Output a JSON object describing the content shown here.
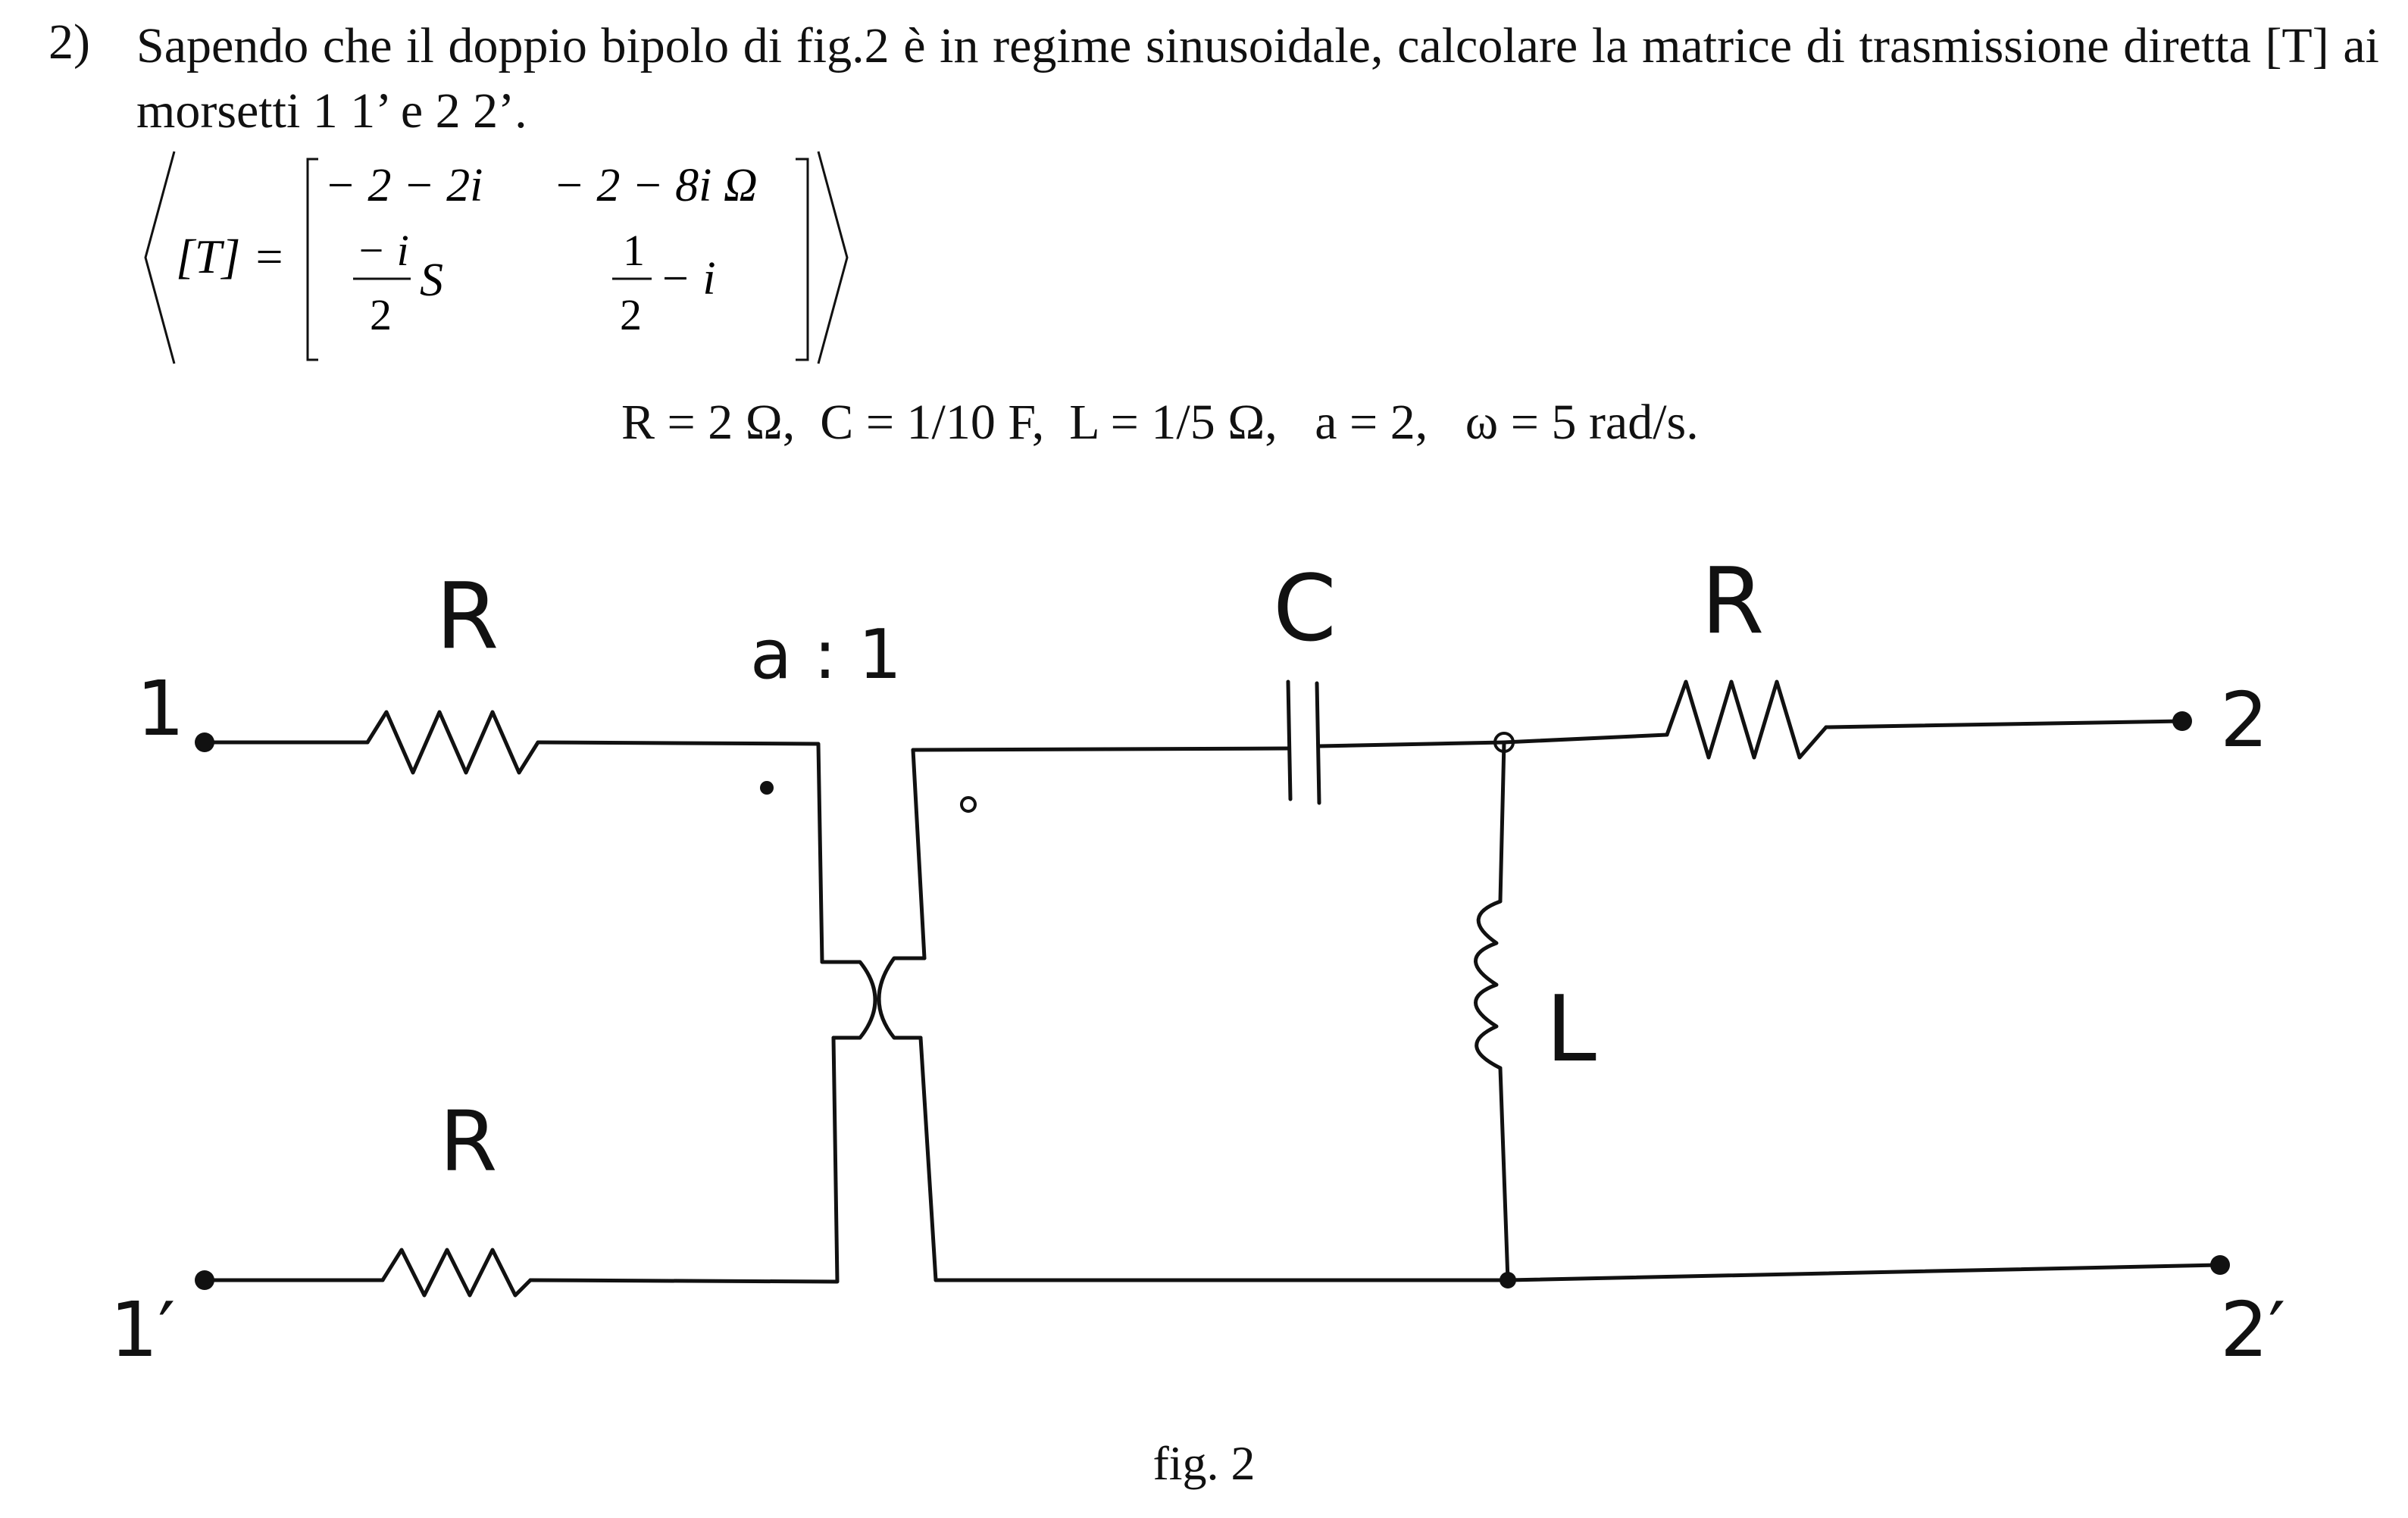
{
  "problem": {
    "number": "2)",
    "text": "Sapendo che il doppio bipolo di fig.2 è in regime sinusoidale, calcolare la matrice di trasmissione diretta [T] ai morsetti 1 1’ e 2 2’."
  },
  "equation": {
    "lhs": "[T] =",
    "row1": [
      "− 2 − 2i",
      "− 2 − 8i Ω"
    ],
    "row2_col1": {
      "numerator": "− i",
      "denominator": "2",
      "unit": "S"
    },
    "row2_col2": {
      "numerator": "1",
      "denominator": "2",
      "suffix": "− i"
    }
  },
  "params": "R = 2 Ω,  C = 1/10 F,  L = 1/5 Ω,   a = 2,   ω = 5 rad/s.",
  "circuit": {
    "labels": {
      "terminal_1": "1",
      "terminal_1p": "1′",
      "terminal_2": "2",
      "terminal_2p": "2′",
      "resistor_top_left": "R",
      "resistor_bottom_left": "R",
      "resistor_right": "R",
      "transformer_ratio": "a : 1",
      "capacitor": "C",
      "inductor": "L"
    }
  },
  "caption": "fig. 2"
}
